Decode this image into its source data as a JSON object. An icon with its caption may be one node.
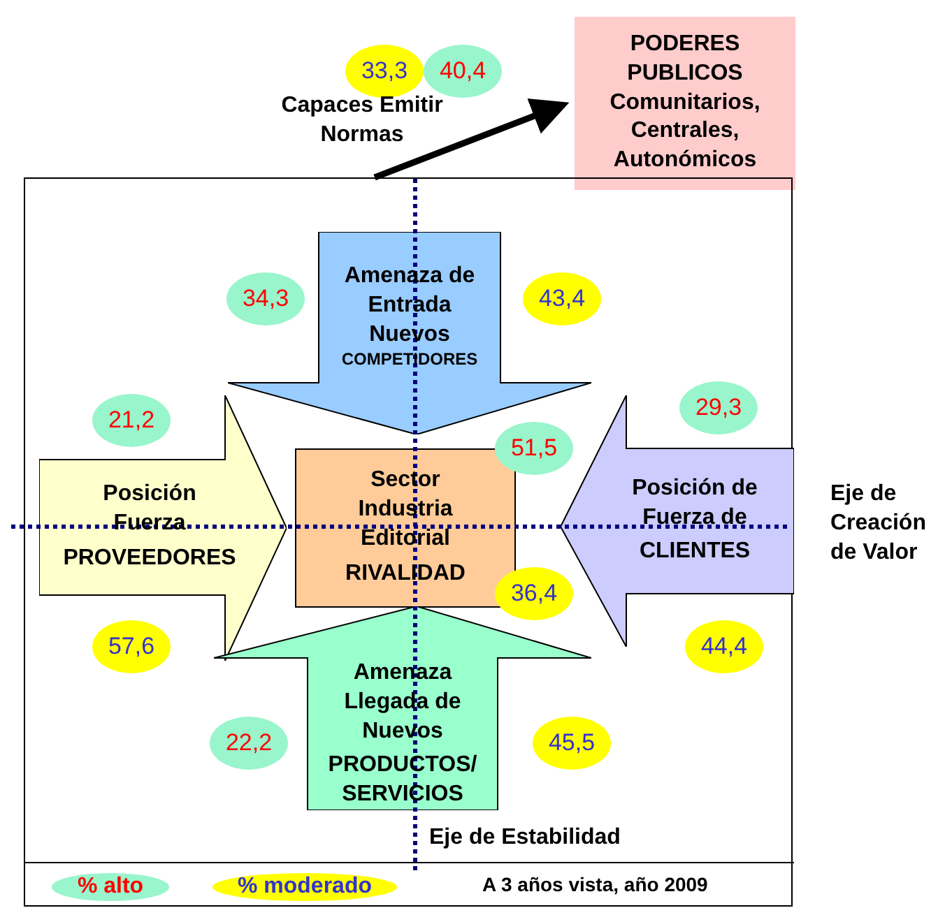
{
  "diagram": {
    "nodes": [
      {
        "text": [
          "33,3"
        ]
      },
      {
        "text": [
          "40,4"
        ]
      },
      {
        "text": [
          "PODERES PUBLICOS",
          "Comunitarios, Centrales, Autonómicos"
        ]
      },
      {
        "text": [],
        "shape": "box"
      },
      {
        "text": [
          "Amenaza de Entrada Nuevos",
          "COMPETIDORES"
        ],
        "in": 3
      },
      {
        "text": [
          "34,3"
        ],
        "in": 3
      },
      {
        "text": [
          "43,4"
        ],
        "in": 3
      },
      {
        "text": [
          "21,2"
        ],
        "in": 3
      },
      {
        "text": [
          "29,3"
        ],
        "in": 3
      },
      {
        "text": [
          "Posición Fuerza",
          "PROVEEDORES"
        ],
        "in": 3
      },
      {
        "text": [
          "Sector Industria Editorial",
          "RIVALIDAD"
        ],
        "in": 3
      },
      {
        "text": [
          "51,5"
        ],
        "in": 3
      },
      {
        "text": [
          "Posición de Fuerza de",
          "CLIENTES"
        ],
        "in": 3
      },
      {
        "text": [
          "36,4"
        ],
        "in": 3
      },
      {
        "text": [
          "57,6"
        ],
        "in": 3
      },
      {
        "text": [
          "44,4"
        ],
        "in": 3
      },
      {
        "text": [
          "Amenaza Llegada de Nuevos",
          "PRODUCTOS/ SERVICIOS"
        ],
        "in": 3
      },
      {
        "text": [
          "22,2"
        ],
        "in": 3
      },
      {
        "text": [
          "45,5"
        ],
        "in": 3
      }
    ],
    "edges": [
      {
        "from": 3,
        "to": 2,
        "arrow": "to",
        "label": "Capaces Emitir Normas"
      }
    ],
    "labels": [
      "Eje de Creación de Valor",
      "Eje de Estabilidad",
      "A 3 años vista, año 2009"
    ],
    "legend": [
      {
        "text": "% alto",
        "color": "#99f5cc"
      },
      {
        "text": "% moderado",
        "color": "#ffff00"
      }
    ]
  }
}
